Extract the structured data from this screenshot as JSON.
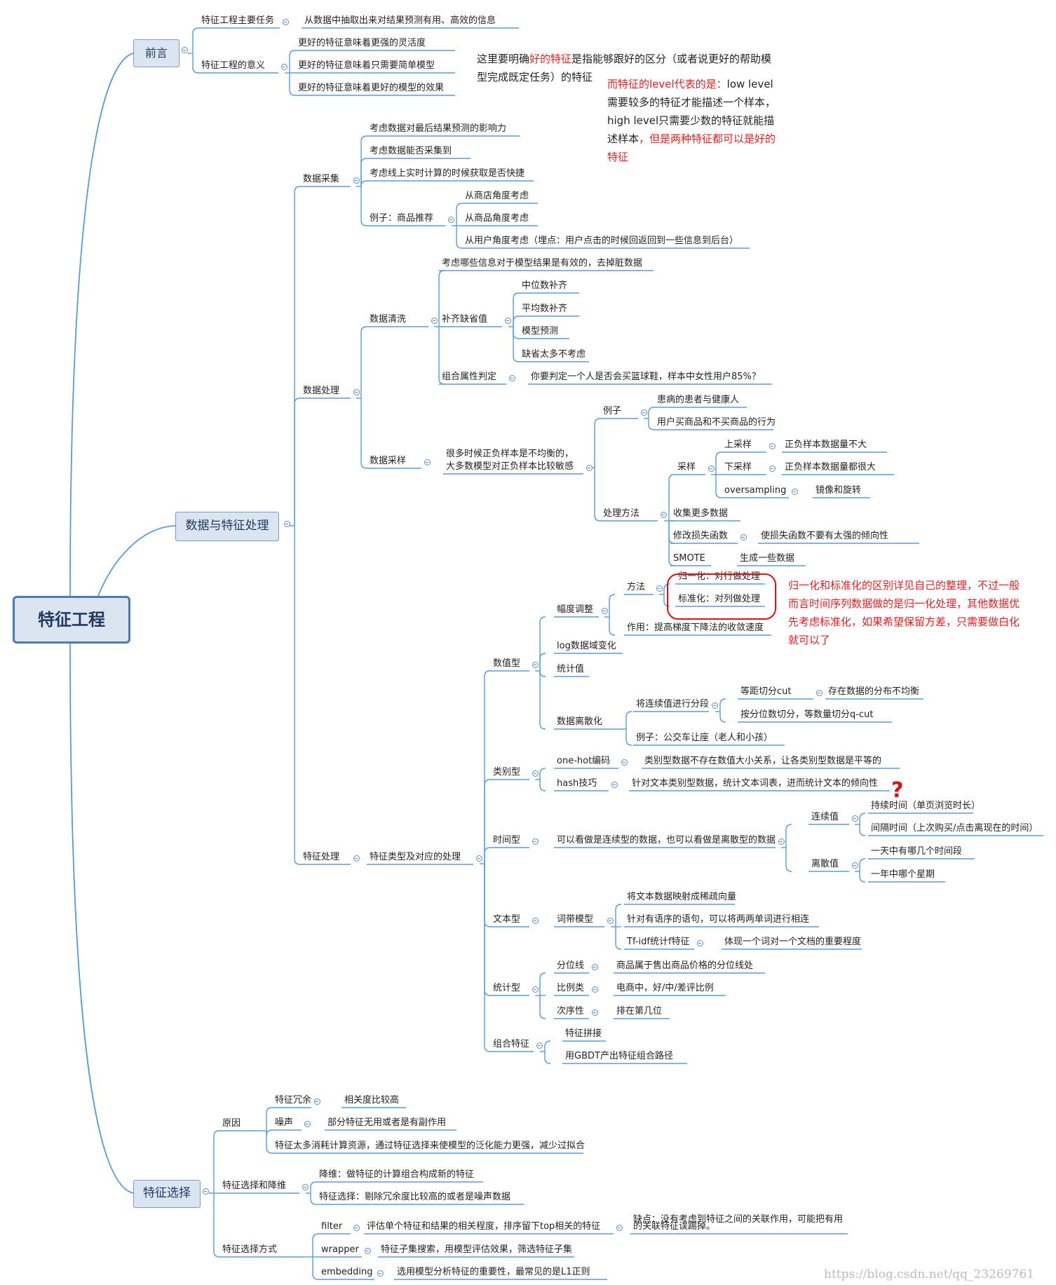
{
  "root": {
    "label": "特征工程"
  },
  "watermark": "https://blog.csdn.net/qq_23269761",
  "colors": {
    "line": "#5b9bd5",
    "node_fill": "#dbe5f1",
    "node_border": "#7b9cc7",
    "annotation": "#e02020"
  },
  "branches": {
    "preface": {
      "label": "前言",
      "task": {
        "label": "特征工程主要任务",
        "detail": "从数据中抽取出来对结果预测有用、高效的信息"
      },
      "meaning": {
        "label": "特征工程的意义",
        "items": [
          "更好的特征意味着更强的灵活度",
          "更好的特征意味着只需要简单模型",
          "更好的特征意味着更好的模型的效果"
        ]
      }
    },
    "processing": {
      "label": "数据与特征处理",
      "collect": {
        "label": "数据采集",
        "items": [
          "考虑数据对最后结果预测的影响力",
          "考虑数据能否采集到",
          "考虑线上实时计算的时候获取是否快捷"
        ],
        "example": {
          "label": "例子：商品推荐",
          "items": [
            "从商店角度考虑",
            "从商品角度考虑",
            "从用户角度考虑（埋点：用户点击的时候回返回到一些信息到后台）"
          ]
        }
      },
      "handle": {
        "label": "数据处理",
        "clean": {
          "label": "数据清洗",
          "item1": "考虑哪些信息对于模型结果是有效的，去掉脏数据",
          "missing": {
            "label": "补齐缺省值",
            "items": [
              "中位数补齐",
              "平均数补齐",
              "模型预测",
              "缺省太多不考虑"
            ]
          },
          "combo": {
            "label": "组合属性判定",
            "detail": "你要判定一个人是否会买篮球鞋，样本中女性用户85%？"
          }
        },
        "sample": {
          "label": "数据采样",
          "desc1": "很多时候正负样本是不均衡的，",
          "desc2": "大多数模型对正负样本比较敏感",
          "example": {
            "label": "例子",
            "items": [
              "患病的患者与健康人",
              "用户买商品和不买商品的行为"
            ]
          },
          "methods": {
            "label": "处理方法",
            "resample": {
              "label": "采样",
              "up": "上采样",
              "up_d": "正负样本数据量不大",
              "down": "下采样",
              "down_d": "正负样本数据量都很大",
              "over": "oversampling",
              "over_d": "镜像和旋转"
            },
            "more": "收集更多数据",
            "loss": "修改损失函数",
            "loss_d": "使损失函数不要有太强的倾向性",
            "smote": "SMOTE",
            "smote_d": "生成一些数据"
          }
        }
      },
      "feature": {
        "label": "特征处理",
        "types": {
          "label": "特征类型及对应的处理",
          "numeric": {
            "label": "数值型",
            "scale": {
              "label": "幅度调整",
              "method": "方法",
              "norm": "归一化：对行做处理",
              "std": "标准化：对列做处理",
              "use": "作用：提高梯度下降法的收敛速度"
            },
            "log": "log数据域变化",
            "stat": "统计值",
            "disc": {
              "label": "数据离散化",
              "cont": "将连续值进行分段",
              "eq": "等距切分cut",
              "eq_d": "存在数据的分布不均衡",
              "q": "按分位数切分，等数量切分q-cut",
              "ex": "例子：公交车让座（老人和小孩）"
            }
          },
          "category": {
            "label": "类别型",
            "onehot": "one-hot编码",
            "onehot_d": "类别型数据不存在数值大小关系，让各类别型数据是平等的",
            "hash": "hash技巧",
            "hash_d": "针对文本类别型数据，统计文本词表，进而统计文本的倾向性"
          },
          "time": {
            "label": "时间型",
            "detail": "可以看做是连续型的数据，也可以看做是离散型的数据",
            "cont": "连续值",
            "c1": "持续时间（单页浏览时长）",
            "c2": "间隔时间（上次购买/点击离现在的时间）",
            "disc": "离散值",
            "d1": "一天中有哪几个时间段",
            "d2": "一年中哪个星期"
          },
          "text": {
            "label": "文本型",
            "bow": "词带模型",
            "b1": "将文本数据映射成稀疏向量",
            "b2": "针对有语序的语句，可以将两两单词进行相连",
            "tfidf": "Tf-idf统计f特征",
            "tfidf_d": "体现一个词对一个文档的重要程度"
          },
          "statistic": {
            "label": "统计型",
            "q": "分位线",
            "q_d": "商品属于售出商品价格的分位线处",
            "r": "比例类",
            "r_d": "电商中，好/中/差评比例",
            "o": "次序性",
            "o_d": "排在第几位"
          },
          "combine": {
            "label": "组合特征",
            "a": "特征拼接",
            "b": "用GBDT产出特征组合路径"
          }
        }
      }
    },
    "selection": {
      "label": "特征选择",
      "reason": {
        "label": "原因",
        "redund": "特征冗余",
        "redund_d": "相关度比较高",
        "noise": "噪声",
        "noise_d": "部分特征无用或者是有副作用",
        "cost": "特征太多消耗计算资源，通过特征选择来使模型的泛化能力更强，减少过拟合"
      },
      "dimred": {
        "label": "特征选择和降维",
        "a": "降维：做特征的计算组合构成新的特征",
        "b": "特征选择：剔除冗余度比较高的或者是噪声数据"
      },
      "method": {
        "label": "特征选择方式",
        "filter": "filter",
        "filter_d": "评估单个特征和结果的相关程度，排序留下top相关的特征",
        "flaw1": "缺点：没有考虑到特征之间的关联作用，可能把有用",
        "flaw2": "的关联特征误踢掉。",
        "wrapper": "wrapper",
        "wrapper_d": "特征子集搜索，用模型评估效果，筛选特征子集",
        "embed": "embedding",
        "embed_d": "选用模型分析特征的重要性，最常见的是L1正则"
      }
    }
  },
  "annotations": {
    "a1_pre": "这里要明确",
    "a1_red": "好的特征",
    "a1_post": "是指能够跟好的区分（或者说更好的帮助模型完成既定任务）的特征",
    "a2_red1": "而特征的level代表的是：",
    "a2_black": "low level需要较多的特征才能描述一个样本，high level只需要少数的特征就能描述样本",
    "a2_red2": "，但是两种特征都可以是好的特征",
    "a3": "归一化和标准化的区别详见自己的整理，不过一般而言时间序列数据做的是归一化处理，其他数据优先考虑标准化，如果希望保留方差，只需要做白化就可以了",
    "qmark": "?"
  }
}
